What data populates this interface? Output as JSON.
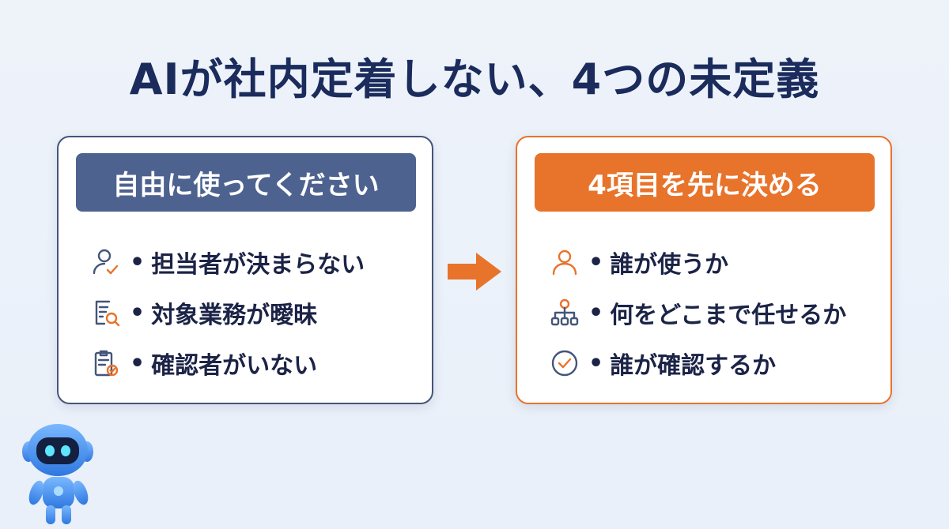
{
  "title": "AIが社内定着しない、4つの未定義",
  "left_card": {
    "header": "自由に使ってください",
    "items": [
      {
        "icon": "person-check-icon",
        "text": "担当者が決まらない"
      },
      {
        "icon": "document-search-icon",
        "text": "対象業務が曖昧"
      },
      {
        "icon": "clipboard-check-icon",
        "text": "確認者がいない"
      }
    ]
  },
  "right_card": {
    "header": "4項目を先に決める",
    "items": [
      {
        "icon": "person-icon",
        "text": "誰が使うか"
      },
      {
        "icon": "org-chart-icon",
        "text": "何をどこまで任せるか"
      },
      {
        "icon": "check-circle-icon",
        "text": "誰が確認するか"
      }
    ]
  },
  "bullet": "•",
  "colors": {
    "navy": "#1a2b5c",
    "left_accent": "#4e6290",
    "right_accent": "#e8732a"
  }
}
